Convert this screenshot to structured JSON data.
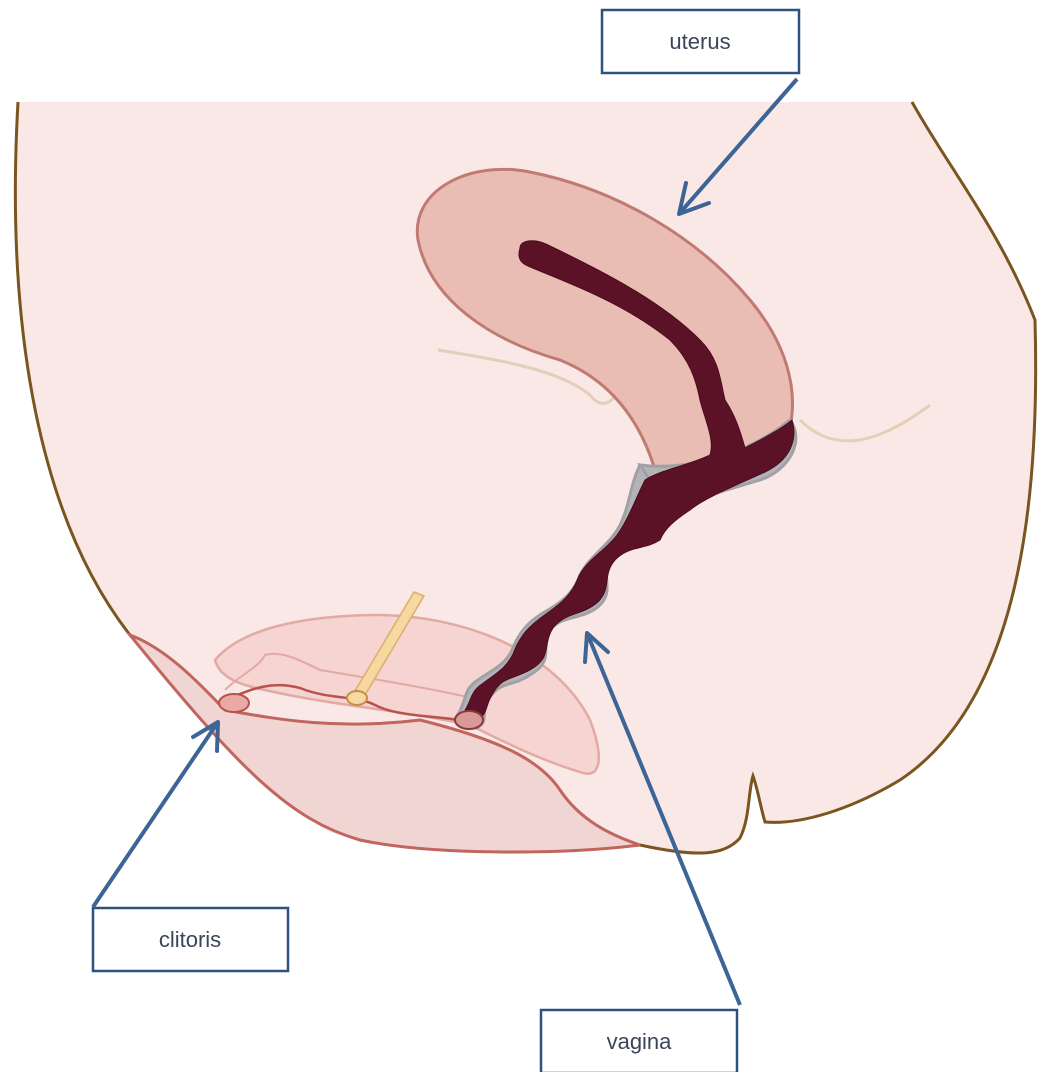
{
  "labels": {
    "uterus": "uterus",
    "clitoris": "clitoris",
    "vagina": "vagina"
  },
  "colors": {
    "body_fill": "#f9e8e6",
    "body_outline": "#7a5520",
    "uterus_fill": "#e9bdb4",
    "uterus_outline": "#c17a72",
    "canal_fill": "#5c1226",
    "canal_halo": "#a8a8ad",
    "vulva_fill": "#f5d4d1",
    "vulva_outline": "#c0665e",
    "urethra_fill": "#f4d49a",
    "label_border": "#2e5280",
    "arrow": "#3d6496"
  }
}
